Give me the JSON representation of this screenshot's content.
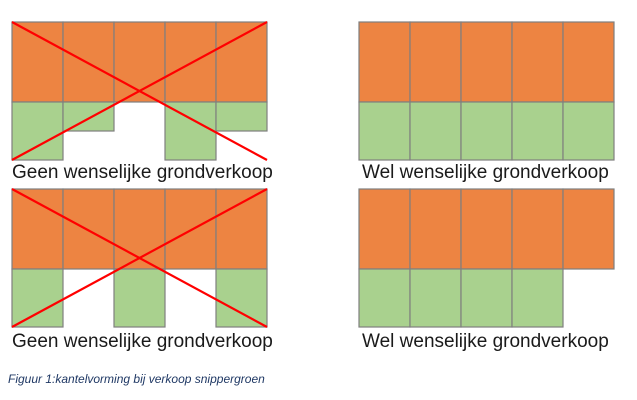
{
  "colors": {
    "house": "#ed8442",
    "garden": "#a9d18e",
    "border": "#7f7f7f",
    "cross": "#ff0000"
  },
  "panels": [
    {
      "id": "top-left",
      "label": "Geen wenselijke grondverkoop",
      "crossed": true,
      "house_cols": 5,
      "garden_fill_per_col": [
        1.0,
        0.5,
        0.0,
        1.0,
        0.5
      ]
    },
    {
      "id": "top-right",
      "label": "Wel wenselijke grondverkoop",
      "crossed": false,
      "house_cols": 5,
      "garden_fill_per_col": [
        1.0,
        1.0,
        1.0,
        1.0,
        1.0
      ]
    },
    {
      "id": "bottom-left",
      "label": "Geen wenselijke grondverkoop",
      "crossed": true,
      "house_cols": 5,
      "garden_fill_per_col": [
        1.0,
        0.0,
        1.0,
        0.0,
        1.0
      ]
    },
    {
      "id": "bottom-right",
      "label": "Wel wenselijke grondverkoop",
      "crossed": false,
      "house_cols": 5,
      "garden_fill_per_col": [
        1.0,
        1.0,
        1.0,
        1.0,
        0.0
      ]
    }
  ],
  "caption": "Figuur 1:kantelvorming bij verkoop snippergroen"
}
